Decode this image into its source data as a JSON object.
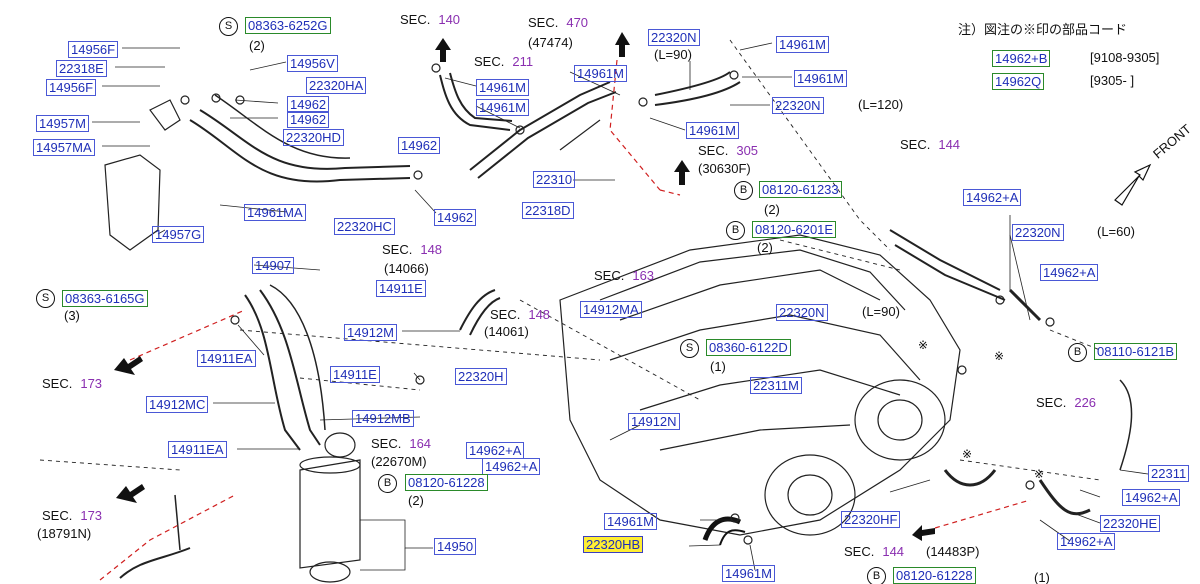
{
  "note": {
    "heading": "注）図注の※印の部品コード",
    "rows": [
      {
        "code": "14962+B",
        "range": "[9108-9305]"
      },
      {
        "code": "14962Q",
        "range": "[9305-          ]"
      }
    ]
  },
  "front_label": "FRONT",
  "parts": {
    "p08363_6252G": "08363-6252G",
    "p14956F_a": "14956F",
    "p22318E": "22318E",
    "p14956F_b": "14956F",
    "p14957M": "14957M",
    "p14957MA": "14957MA",
    "p14957G": "14957G",
    "p14956V": "14956V",
    "p22320HA": "22320HA",
    "p14962_a": "14962",
    "p14962_b": "14962",
    "p22320HD": "22320HD",
    "p14961MA_a": "14961MA",
    "p22320HC": "22320HC",
    "p14962_c": "14962",
    "p14962_d": "14962",
    "p08363_6165G": "08363-6165G",
    "p14961M_a": "14961M",
    "p14961M_b": "14961M",
    "p14961M_c": "14961M",
    "p22310": "22310",
    "p22318D": "22318D",
    "p22320N_a": "22320N",
    "p14961M_d": "14961M",
    "p14961M_e": "14961M",
    "p22320N_b": "22320N",
    "p14961M_f": "14961M",
    "p08120_61233": "08120-61233",
    "p08120_6201E": "08120-6201E",
    "p14962A_a": "14962+A",
    "p22320N_c": "22320N",
    "p14962A_b": "14962+A",
    "p08110_6121B": "08110-6121B",
    "p14907": "14907",
    "p14911E_a": "14911E",
    "p14912M": "14912M",
    "p14911EA_a": "14911EA",
    "p14911E_b": "14911E",
    "p14912MC": "14912MC",
    "p14912MB": "14912MB",
    "p14911EA_b": "14911EA",
    "p14912MA": "14912MA",
    "p22320H": "22320H",
    "p14962A_c": "14962+A",
    "p14962A_d": "14962+A",
    "p14912N": "14912N",
    "p08120_61228_a": "08120-61228",
    "p08360_6122D": "08360-6122D",
    "p22320N_d": "22320N",
    "p22311M": "22311M",
    "p22320HF": "22320HF",
    "p22311": "22311",
    "p14962A_e": "14962+A",
    "p22320HE": "22320HE",
    "p14962A_f": "14962+A",
    "p14950": "14950",
    "p14961M_g": "14961M",
    "p22320HB": "22320HB",
    "p14961M_h": "14961M",
    "p08120_61228_b": "08120-61228"
  },
  "sections": {
    "s140": {
      "label": "SEC.",
      "num": "140"
    },
    "s470": {
      "label": "SEC.",
      "num": "470"
    },
    "s211": {
      "label": "SEC.",
      "num": "211"
    },
    "s305": {
      "label": "SEC.",
      "num": "305"
    },
    "s144a": {
      "label": "SEC.",
      "num": "144"
    },
    "s148a": {
      "label": "SEC.",
      "num": "148"
    },
    "s163": {
      "label": "SEC.",
      "num": "163"
    },
    "s148b": {
      "label": "SEC.",
      "num": "148"
    },
    "s173a": {
      "label": "SEC.",
      "num": "173"
    },
    "s164": {
      "label": "SEC.",
      "num": "164"
    },
    "s173b": {
      "label": "SEC.",
      "num": "173"
    },
    "s226": {
      "label": "SEC.",
      "num": "226"
    },
    "s144b": {
      "label": "SEC.",
      "num": "144"
    }
  },
  "annotations": {
    "a47474": "(47474)",
    "aL90a": "(L=90)",
    "aL120": "(L=120)",
    "a30630F": "(30630F)",
    "a2a": "(2)",
    "a2b": "(2)",
    "a2c": "(2)",
    "aL60": "(L=60)",
    "a14066": "(14066)",
    "a3": "(3)",
    "a14061": "(14061)",
    "aL90b": "(L=90)",
    "a1a": "(1)",
    "a22670M": "(22670M)",
    "a2d": "(2)",
    "a18791N": "(18791N)",
    "a14483P": "(14483P)",
    "a1b": "(1)"
  },
  "symbols": {
    "s": "S",
    "b": "B",
    "star": "※"
  }
}
